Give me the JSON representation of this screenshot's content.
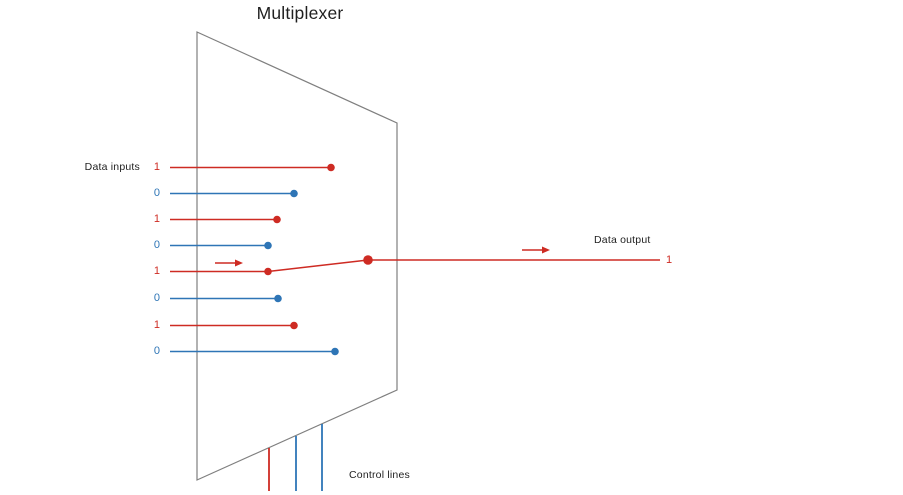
{
  "title": "Multiplexer",
  "colors": {
    "red": "#ce2b23",
    "blue": "#2e75b6",
    "outline": "#7f7f7f",
    "text": "#1f1f1f"
  },
  "data_inputs": {
    "label": "Data inputs",
    "rows": [
      {
        "bit": "1",
        "color": "red"
      },
      {
        "bit": "0",
        "color": "blue"
      },
      {
        "bit": "1",
        "color": "red"
      },
      {
        "bit": "0",
        "color": "blue"
      },
      {
        "bit": "1",
        "color": "red"
      },
      {
        "bit": "0",
        "color": "blue"
      },
      {
        "bit": "1",
        "color": "red"
      },
      {
        "bit": "0",
        "color": "blue"
      }
    ],
    "selected_row_index": 4
  },
  "data_output": {
    "label": "Data output",
    "value": "1"
  },
  "control_lines": {
    "label": "Control lines",
    "line_colors": [
      "red",
      "blue",
      "blue"
    ]
  }
}
